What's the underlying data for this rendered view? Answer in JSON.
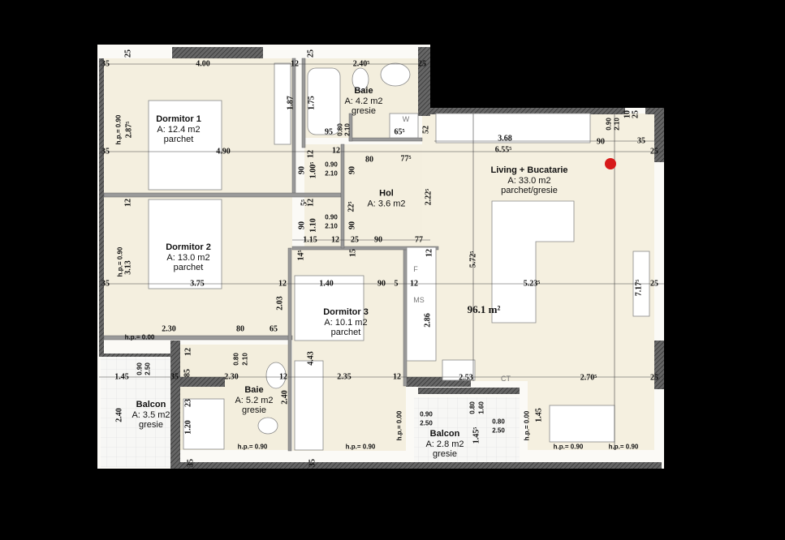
{
  "plan": {
    "total_area": "96.1 m²",
    "marker_color": "#d71a1a",
    "rooms": [
      {
        "name": "Dormitor 1",
        "area": "A: 12.4 m2",
        "floor": "parchet"
      },
      {
        "name": "Dormitor 2",
        "area": "A: 13.0 m2",
        "floor": "parchet"
      },
      {
        "name": "Baie",
        "area": "A: 4.2 m2",
        "floor": "gresie"
      },
      {
        "name": "Hol",
        "area": "A: 3.6 m2",
        "floor": ""
      },
      {
        "name": "Living + Bucatarie",
        "area": "A: 33.0 m2",
        "floor": "parchet/gresie"
      },
      {
        "name": "Dormitor 3",
        "area": "A: 10.1 m2",
        "floor": "parchet"
      },
      {
        "name": "Baie",
        "area": "A: 5.2 m2",
        "floor": "gresie"
      },
      {
        "name": "Balcon",
        "area": "A: 3.5 m2",
        "floor": "gresie"
      },
      {
        "name": "Balcon",
        "area": "A: 2.8 m2",
        "floor": "gresie"
      }
    ],
    "appliances": [
      "W",
      "F",
      "MS",
      "CT"
    ],
    "dimensions": [
      "25",
      "4.00",
      "12",
      "25",
      "2.40⁵",
      "25",
      "35",
      "1.87",
      "1.75",
      "95",
      "0.80",
      "2.10",
      "65⁵",
      "52",
      "h.p.= 0.90",
      "2.87⁵",
      "35",
      "4.90",
      "12",
      "12",
      "80",
      "77⁵",
      "90",
      "1.00⁵",
      "0.90",
      "2.10",
      "90",
      "2.22⁵",
      "12",
      "5⁵",
      "12",
      "22⁵",
      "90",
      "1.10",
      "0.90",
      "2.10",
      "90",
      "1.15",
      "12",
      "25",
      "90",
      "77",
      "3.68",
      "6.55⁵",
      "90",
      "0.90",
      "2.10",
      "35",
      "25",
      "10",
      "25",
      "h.p.= 0.90",
      "3.13",
      "35",
      "3.75",
      "12",
      "2.03",
      "1.40",
      "14⁵",
      "15",
      "90",
      "5",
      "12",
      "5.72⁵",
      "5.23⁵",
      "7.17⁵",
      "25",
      "12",
      "2.86",
      "2.30",
      "80",
      "65",
      "h.p.= 0.00",
      "12",
      "0.80",
      "2.10",
      "0.90",
      "2.50",
      "1.45",
      "35",
      "85",
      "2.30",
      "12",
      "4.43",
      "2.35",
      "12",
      "2.53",
      "2.70⁵",
      "25",
      "2.40",
      "2.40",
      "23",
      "1.20",
      "h.p.= 0.90",
      "h.p.= 0.90",
      "h.p.= 0.00",
      "0.90",
      "2.50",
      "0.80",
      "1.60",
      "1.45⁵",
      "0.80",
      "2.50",
      "h.p.= 0.00",
      "1.45",
      "h.p.= 0.90",
      "h.p.= 0.90",
      "35",
      "35"
    ]
  }
}
